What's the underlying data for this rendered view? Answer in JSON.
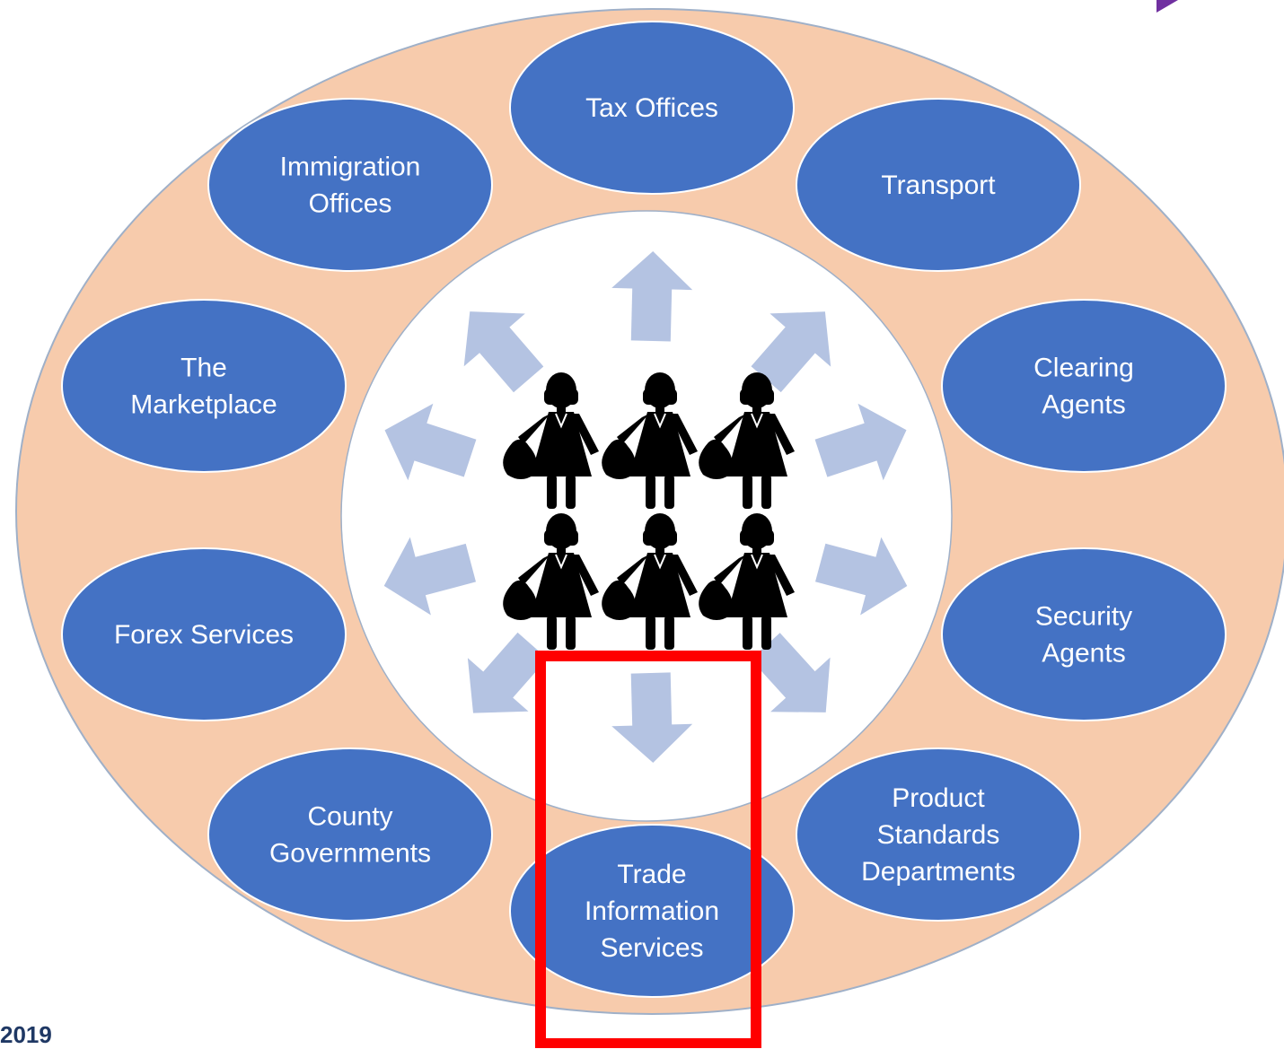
{
  "colors": {
    "outer_ring": "#f7cbac",
    "outer_stroke": "#9fb0c8",
    "inner_circle": "#ffffff",
    "node_fill": "#4472c4",
    "node_stroke": "#ffffff",
    "arrow": "#b4c3e2",
    "figure": "#000000",
    "highlight": "#ff0000",
    "accent_corner": "#7030a0"
  },
  "icons": {
    "trader": "woman-with-bag-icon",
    "flow": "arrow-icon"
  },
  "nodes": [
    {
      "id": "tax-offices",
      "lines": [
        "Tax Offices"
      ]
    },
    {
      "id": "transport",
      "lines": [
        "Transport"
      ]
    },
    {
      "id": "clearing-agents",
      "lines": [
        "Clearing",
        "Agents"
      ]
    },
    {
      "id": "security-agents",
      "lines": [
        "Security",
        "Agents"
      ]
    },
    {
      "id": "product-standards",
      "lines": [
        "Product",
        "Standards",
        "Departments"
      ]
    },
    {
      "id": "trade-information",
      "lines": [
        "Trade",
        "Information",
        "Services"
      ]
    },
    {
      "id": "county-governments",
      "lines": [
        "County",
        "Governments"
      ]
    },
    {
      "id": "forex-services",
      "lines": [
        "Forex Services"
      ]
    },
    {
      "id": "the-marketplace",
      "lines": [
        "The",
        "Marketplace"
      ]
    },
    {
      "id": "immigration-offices",
      "lines": [
        "Immigration",
        "Offices"
      ]
    }
  ],
  "footer": {
    "year": "2019"
  }
}
